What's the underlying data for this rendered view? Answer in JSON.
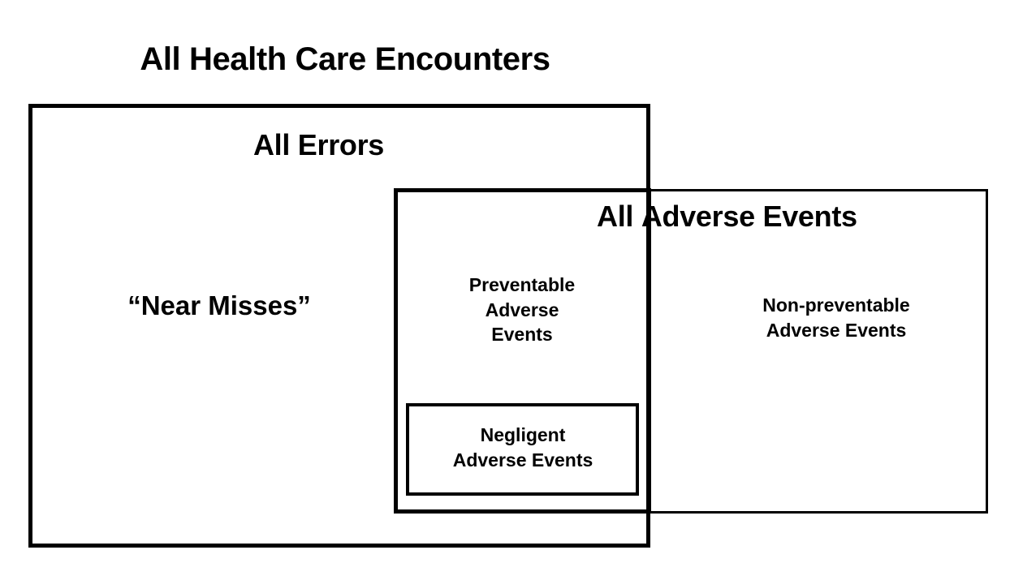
{
  "diagram": {
    "title": "All Health Care Encounters",
    "regions": {
      "all_errors": {
        "label": "All Errors",
        "near_misses": "“Near Misses”"
      },
      "all_adverse_events": {
        "label_part_inside_errors": "All",
        "label_part_outside_errors": "Adverse Events",
        "nonpreventable": {
          "line1": "Non-preventable",
          "line2": "Adverse Events"
        }
      },
      "preventable_adverse_events": {
        "line1": "Preventable",
        "line2": "Adverse",
        "line3": "Events"
      },
      "negligent_adverse_events": {
        "line1": "Negligent",
        "line2": "Adverse Events"
      }
    },
    "colors": {
      "background": "#ffffff",
      "stroke": "#000000",
      "text": "#000000"
    }
  }
}
